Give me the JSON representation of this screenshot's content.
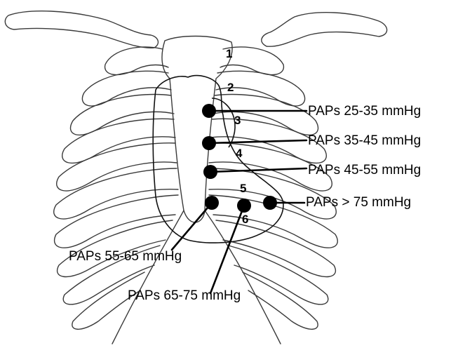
{
  "diagram": {
    "interspaces": [
      "1",
      "2",
      "3",
      "4",
      "5",
      "6"
    ],
    "pressure_labels": [
      "PAPs 25-35 mmHg",
      "PAPs 35-45 mmHg",
      "PAPs 45-55 mmHg",
      "PAPs > 75 mmHg",
      "PAPs 55-65 mmHg",
      "PAPs 65-75 mmHg"
    ]
  }
}
